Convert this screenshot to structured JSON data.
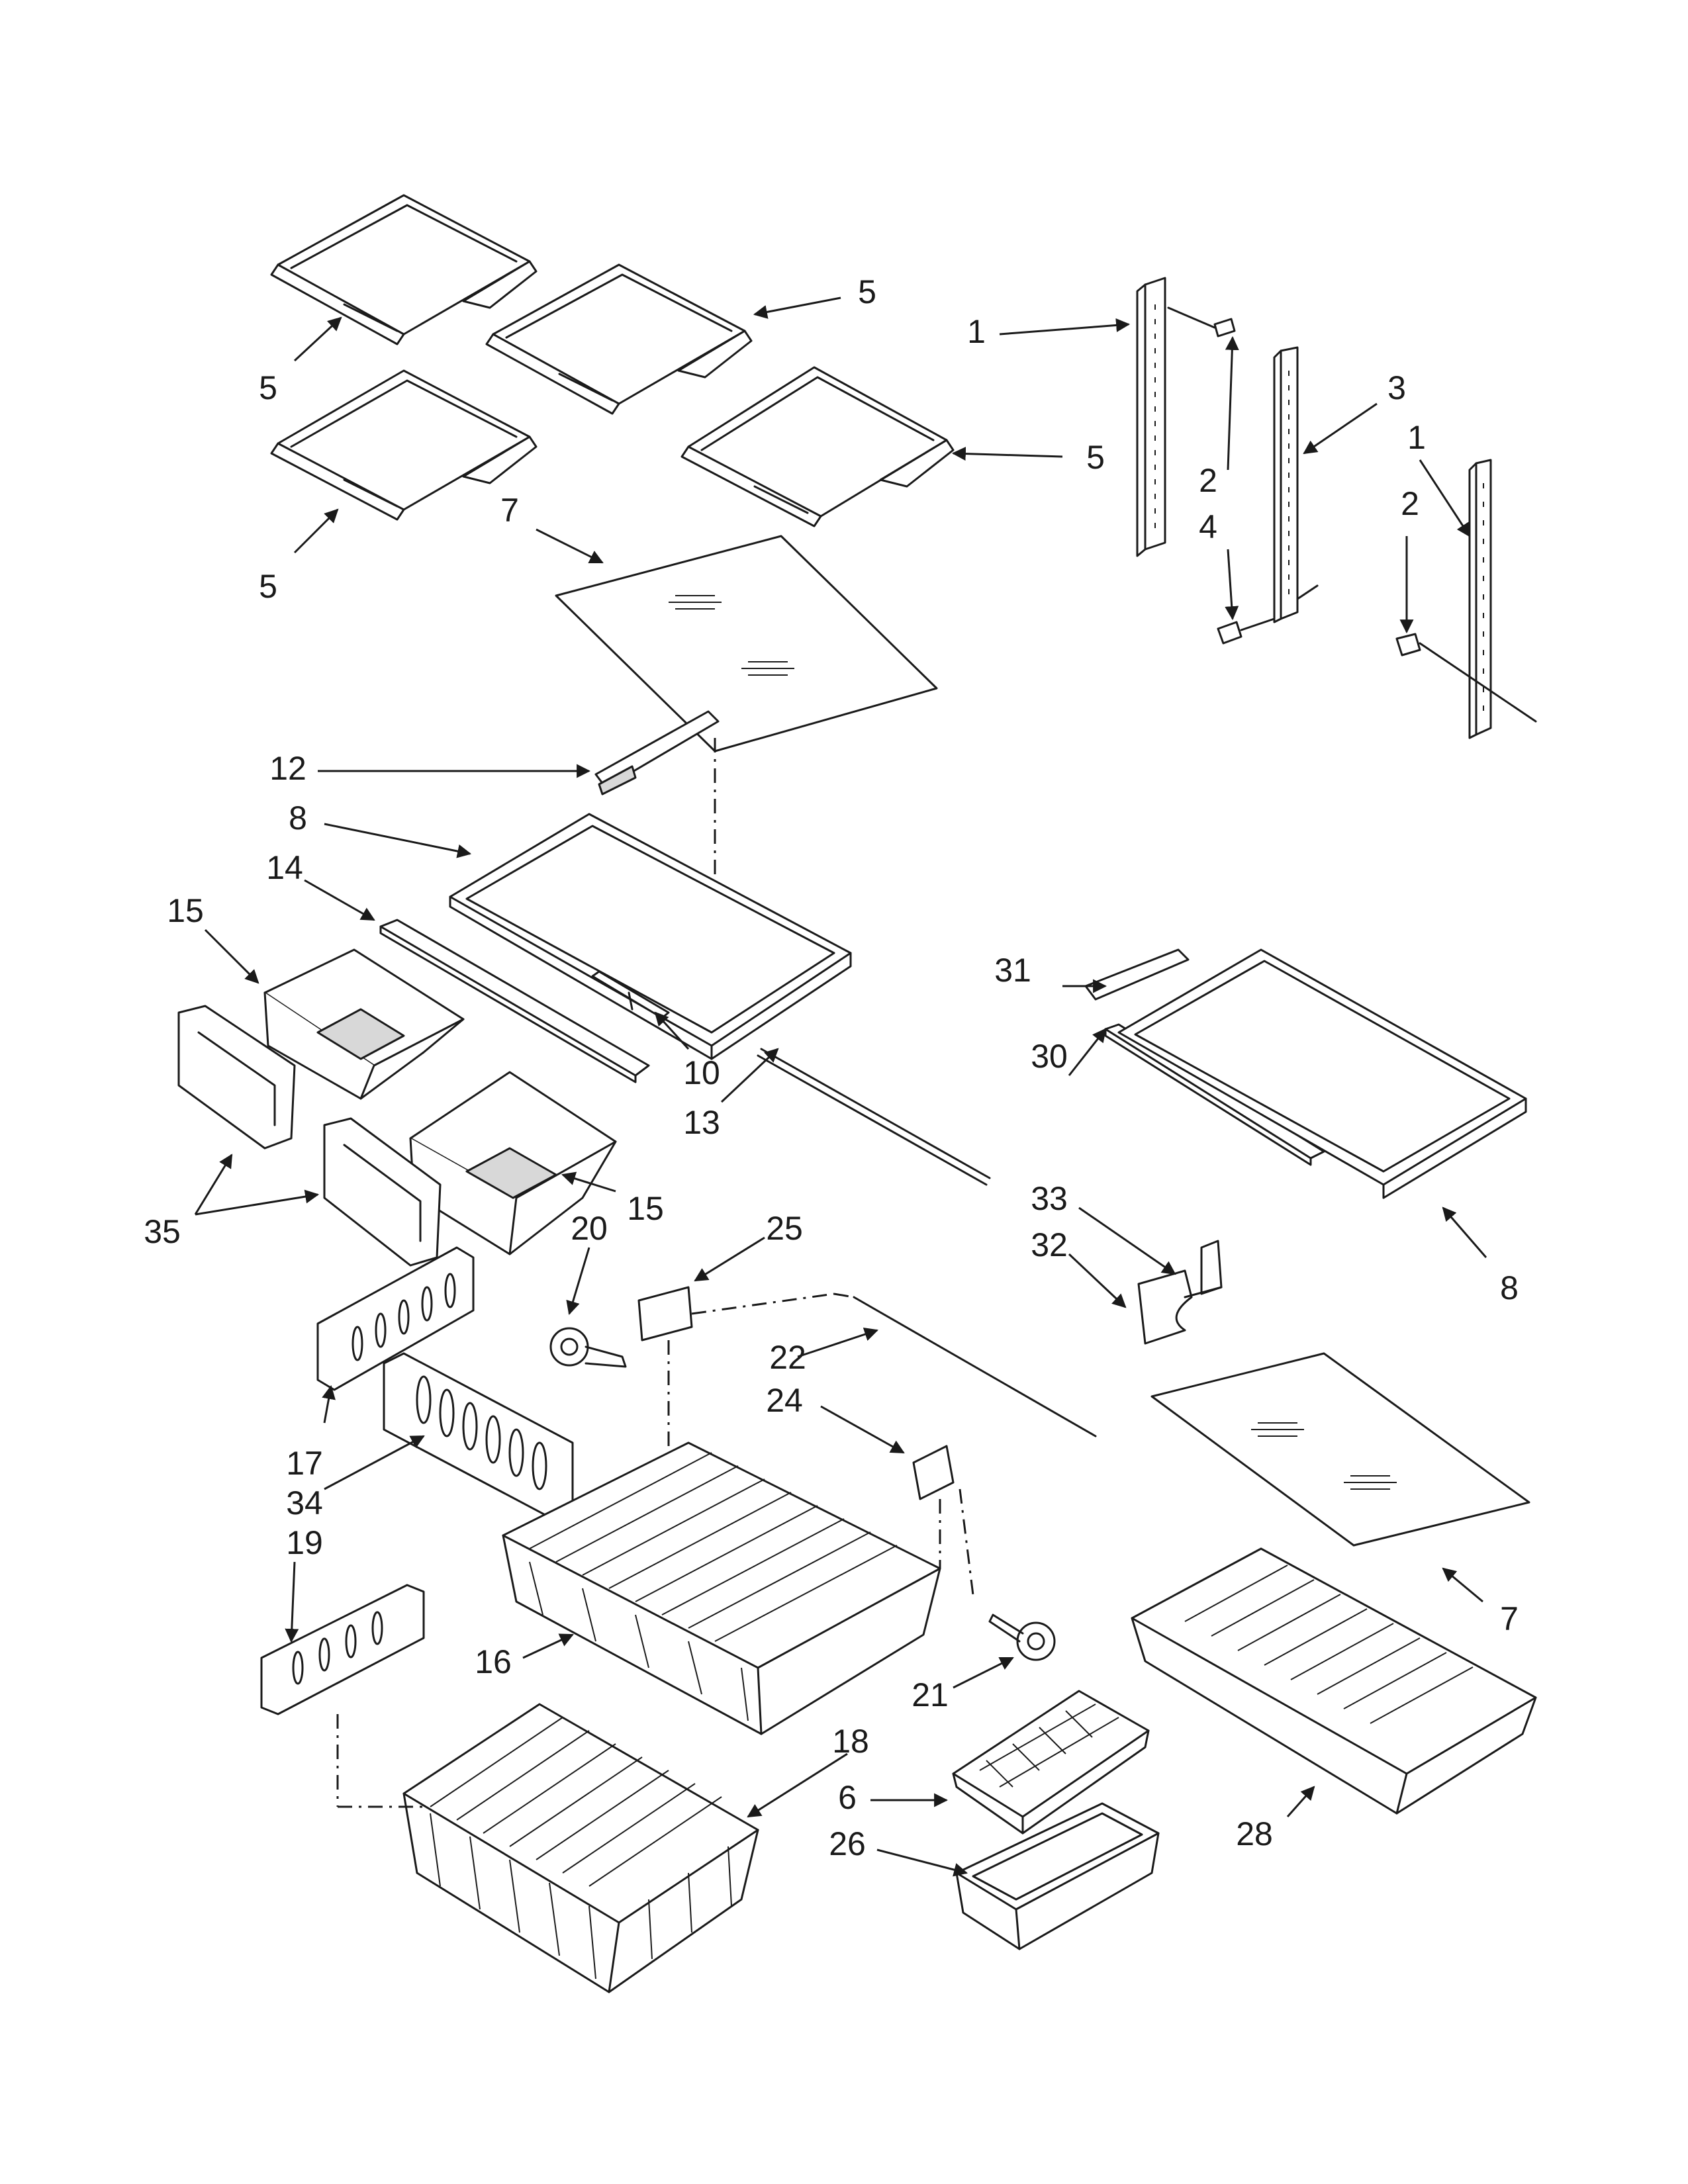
{
  "callouts": [
    "1",
    "1",
    "2",
    "2",
    "3",
    "4",
    "5",
    "5",
    "5",
    "5",
    "6",
    "7",
    "7",
    "8",
    "8",
    "10",
    "12",
    "13",
    "14",
    "15",
    "15",
    "16",
    "17",
    "18",
    "19",
    "20",
    "21",
    "22",
    "24",
    "25",
    "26",
    "28",
    "30",
    "31",
    "32",
    "33",
    "34",
    "35"
  ]
}
